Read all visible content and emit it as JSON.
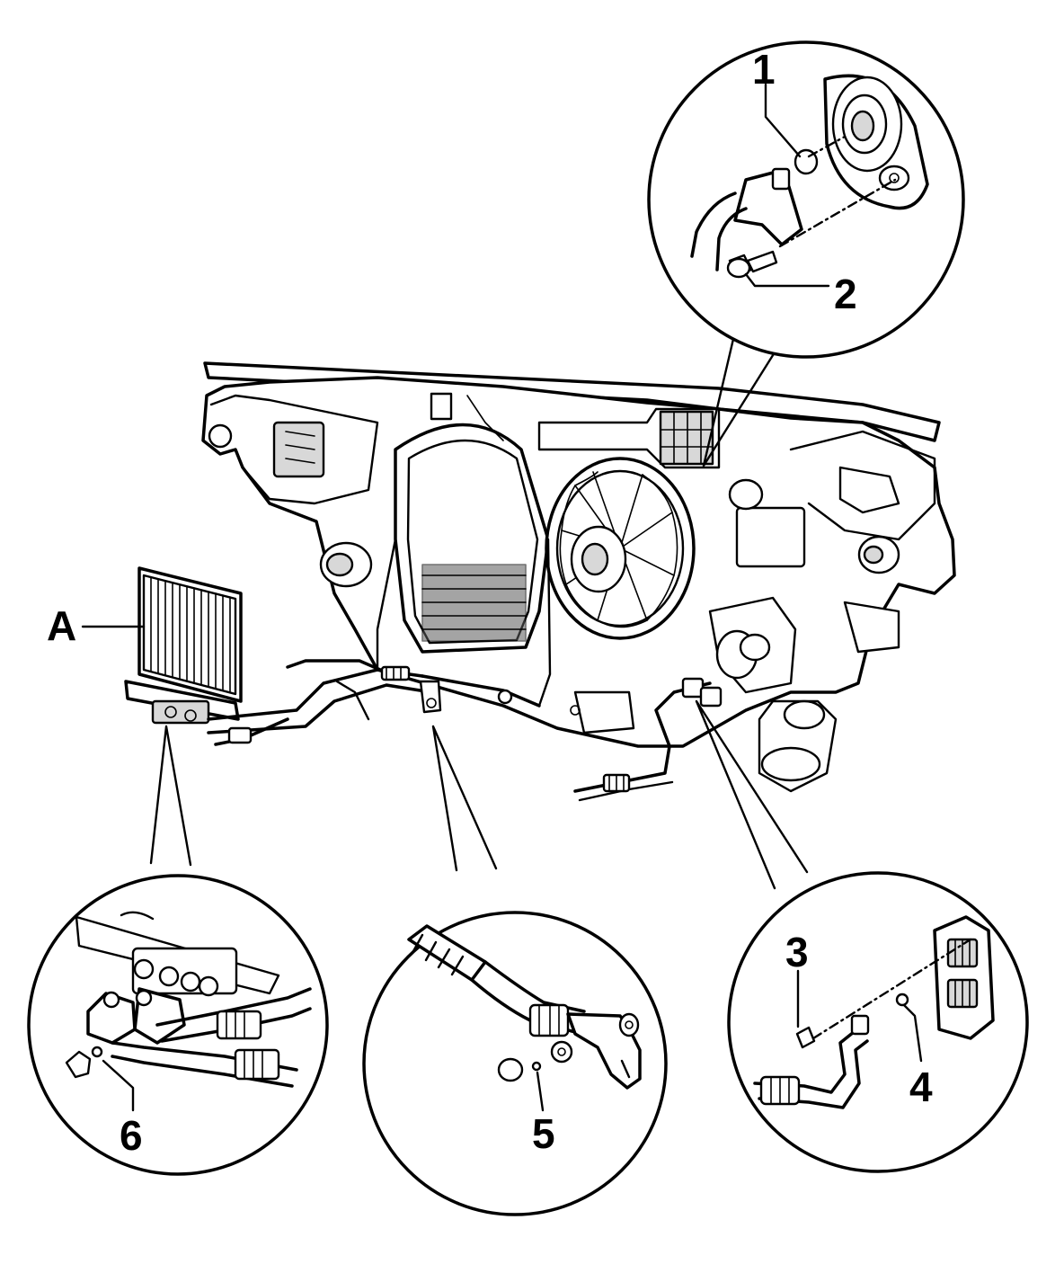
{
  "labels": {
    "part_1": "1",
    "part_2": "2",
    "part_3": "3",
    "part_4": "4",
    "part_5": "5",
    "part_6": "6",
    "component_a": "A"
  }
}
